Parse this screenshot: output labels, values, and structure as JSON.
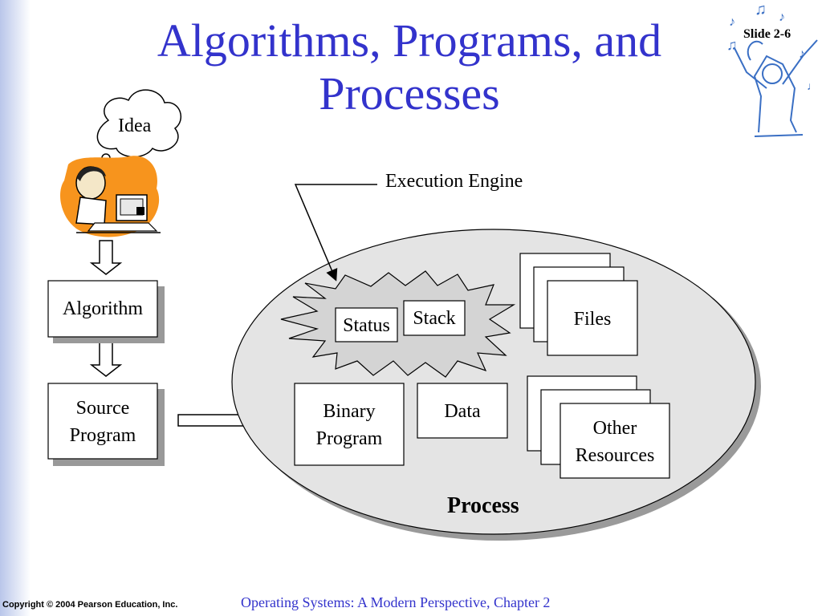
{
  "slide": {
    "title_line1": "Algorithms, Programs, and",
    "title_line2": "Processes",
    "number": "Slide 2-6"
  },
  "diagram": {
    "idea": "Idea",
    "algorithm": "Algorithm",
    "source_program_line1": "Source",
    "source_program_line2": "Program",
    "execution_engine": "Execution Engine",
    "status": "Status",
    "stack": "Stack",
    "files": "Files",
    "binary_program_line1": "Binary",
    "binary_program_line2": "Program",
    "data": "Data",
    "other_resources_line1": "Other",
    "other_resources_line2": "Resources",
    "process": "Process"
  },
  "footer": {
    "copyright": "Copyright © 2004 Pearson Education, Inc.",
    "book_title": "Operating Systems: A Modern Perspective, Chapter 2"
  },
  "colors": {
    "title": "#3333cc",
    "sidebar": "#c8d2ee",
    "idea_blob": "#f7941d",
    "process_ellipse": "#e4e4e4"
  }
}
